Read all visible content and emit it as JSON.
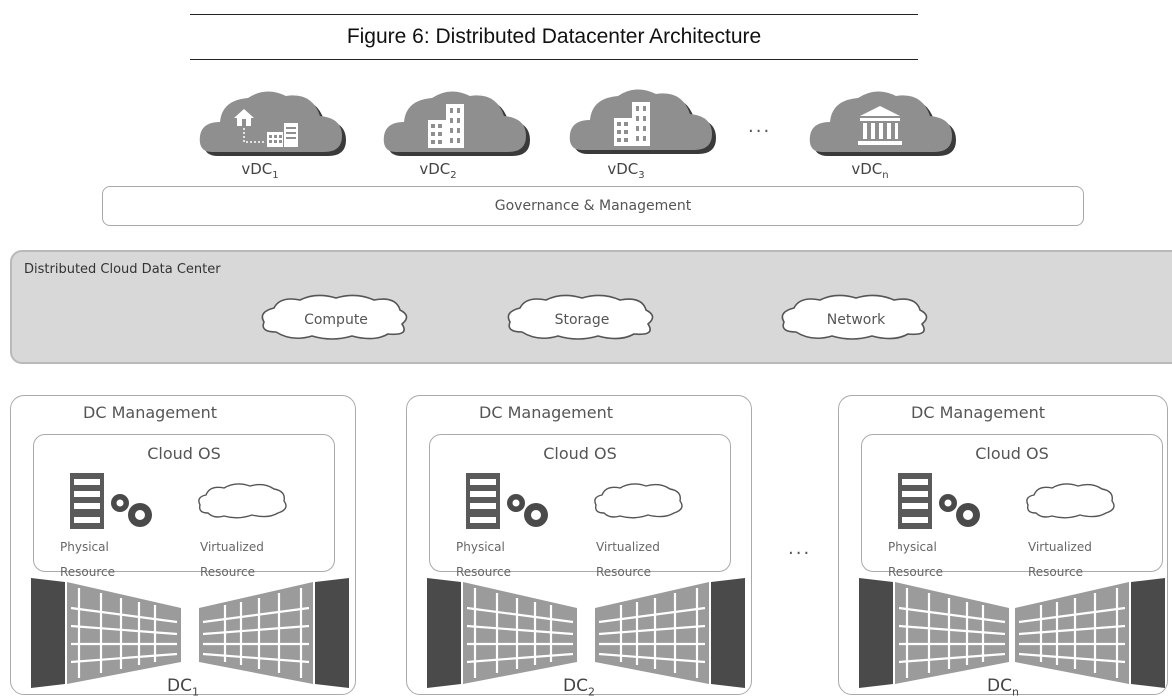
{
  "figure_title": "Figure 6: Distributed Datacenter Architecture",
  "vdcs": [
    {
      "base": "vDC",
      "sub": "1",
      "icon": "house-building-icon"
    },
    {
      "base": "vDC",
      "sub": "2",
      "icon": "office-building-icon"
    },
    {
      "base": "vDC",
      "sub": "3",
      "icon": "office-building-icon"
    },
    {
      "base": "vDC",
      "sub": "n",
      "icon": "bank-icon"
    }
  ],
  "ellipsis": "...",
  "governance_label": "Governance & Management",
  "distributed": {
    "title": "Distributed Cloud Data Center",
    "services": [
      "Compute",
      "Storage",
      "Network"
    ]
  },
  "datacenters": [
    {
      "mgmt": "DC Management",
      "os": "Cloud OS",
      "physical": "Physical Resource",
      "virtual": "Virtualized Resource",
      "base": "DC",
      "sub": "1"
    },
    {
      "mgmt": "DC Management",
      "os": "Cloud OS",
      "physical": "Physical Resource",
      "virtual": "Virtualized Resource",
      "base": "DC",
      "sub": "2"
    },
    {
      "mgmt": "DC Management",
      "os": "Cloud OS",
      "physical": "Physical Resource",
      "virtual": "Virtualized Resource",
      "base": "DC",
      "sub": "n"
    }
  ],
  "colors": {
    "cloud_fill": "#8f8f8f",
    "cloud_shadow": "#3a3a3a",
    "panel": "#d8d8d8",
    "rack_dark": "#4a4a4a",
    "rack_light": "#9b9b9b"
  }
}
